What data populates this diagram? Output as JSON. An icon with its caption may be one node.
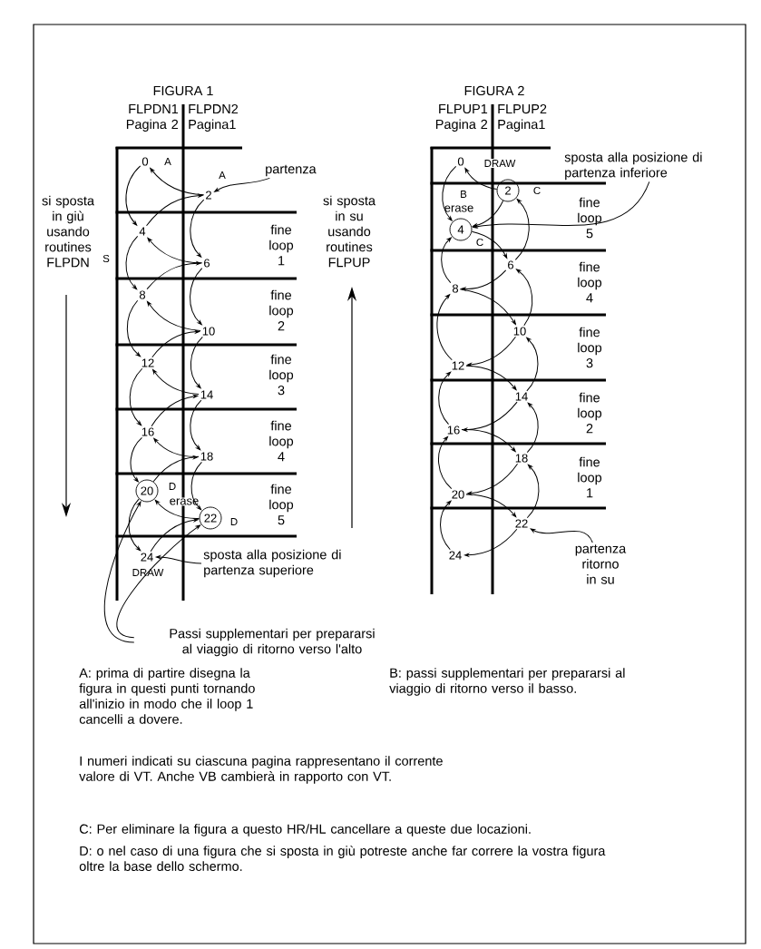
{
  "diagram": {
    "nodes": [
      {
        "text": [
          "0"
        ],
        "beside": [
          "A"
        ]
      },
      {
        "text": [
          "2"
        ],
        "beside": [
          "A"
        ]
      },
      {
        "text": [
          "4"
        ]
      },
      {
        "text": [
          "6"
        ]
      },
      {
        "text": [
          "8"
        ]
      },
      {
        "text": [
          "10"
        ]
      },
      {
        "text": [
          "12"
        ]
      },
      {
        "text": [
          "14"
        ]
      },
      {
        "text": [
          "16"
        ]
      },
      {
        "text": [
          "18"
        ]
      },
      {
        "text": [
          "20"
        ],
        "beside": [
          "D"
        ]
      },
      {
        "text": [
          "22"
        ],
        "beside": [
          "D"
        ]
      },
      {
        "text": [
          "24"
        ]
      },
      {
        "text": [
          "0"
        ]
      },
      {
        "text": [
          "2"
        ],
        "beside": [
          "C"
        ]
      },
      {
        "text": [
          "4"
        ],
        "beside": [
          "C"
        ]
      },
      {
        "text": [
          "6"
        ]
      },
      {
        "text": [
          "8"
        ]
      },
      {
        "text": [
          "10"
        ]
      },
      {
        "text": [
          "12"
        ]
      },
      {
        "text": [
          "14"
        ]
      },
      {
        "text": [
          "16"
        ]
      },
      {
        "text": [
          "18"
        ]
      },
      {
        "text": [
          "20"
        ]
      },
      {
        "text": [
          "22"
        ]
      },
      {
        "text": [
          "24"
        ]
      },
      {
        "text": [
          "partenza"
        ]
      },
      {
        "text": [
          "sposta alla posizione di partenza superiore"
        ]
      },
      {
        "text": [
          "Passi supplementari per prepararsi al viaggio di ritorno verso l'alto"
        ]
      },
      {
        "text": [
          "sposta alla posizione di partenza inferiore"
        ]
      },
      {
        "text": [
          "partenza ritorno in su"
        ]
      }
    ],
    "edges": [
      {
        "from": 1,
        "to": 0,
        "arrow": "to"
      },
      {
        "from": 0,
        "to": 2,
        "arrow": "to"
      },
      {
        "from": 2,
        "to": 1,
        "arrow": "to"
      },
      {
        "from": 1,
        "to": 3,
        "arrow": "to"
      },
      {
        "from": 3,
        "to": 2,
        "arrow": "to"
      },
      {
        "from": 2,
        "to": 4,
        "arrow": "to"
      },
      {
        "from": 4,
        "to": 3,
        "arrow": "to"
      },
      {
        "from": 3,
        "to": 5,
        "arrow": "to"
      },
      {
        "from": 5,
        "to": 4,
        "arrow": "to"
      },
      {
        "from": 4,
        "to": 6,
        "arrow": "to"
      },
      {
        "from": 6,
        "to": 5,
        "arrow": "to"
      },
      {
        "from": 5,
        "to": 7,
        "arrow": "to"
      },
      {
        "from": 7,
        "to": 6,
        "arrow": "to"
      },
      {
        "from": 6,
        "to": 8,
        "arrow": "to"
      },
      {
        "from": 8,
        "to": 7,
        "arrow": "to"
      },
      {
        "from": 7,
        "to": 9,
        "arrow": "to"
      },
      {
        "from": 9,
        "to": 8,
        "arrow": "to"
      },
      {
        "from": 8,
        "to": 10,
        "arrow": "to"
      },
      {
        "from": 10,
        "to": 9,
        "arrow": "to"
      },
      {
        "from": 9,
        "to": 11,
        "arrow": "to"
      },
      {
        "from": 11,
        "to": 10,
        "arrow": "to"
      },
      {
        "from": 10,
        "to": 12,
        "arrow": "to"
      },
      {
        "from": 12,
        "to": 11,
        "arrow": "to"
      },
      {
        "from": 26,
        "to": 1,
        "arrow": "to"
      },
      {
        "from": 27,
        "to": 12,
        "arrow": "to"
      },
      {
        "from": 28,
        "to": 10,
        "arrow": "to"
      },
      {
        "from": 28,
        "to": 11,
        "arrow": "to"
      },
      {
        "from": 24,
        "to": 25,
        "arrow": "to"
      },
      {
        "from": 25,
        "to": 23,
        "arrow": "to"
      },
      {
        "from": 23,
        "to": 24,
        "arrow": "to"
      },
      {
        "from": 24,
        "to": 22,
        "arrow": "to"
      },
      {
        "from": 22,
        "to": 23,
        "arrow": "to"
      },
      {
        "from": 23,
        "to": 21,
        "arrow": "to"
      },
      {
        "from": 21,
        "to": 22,
        "arrow": "to"
      },
      {
        "from": 22,
        "to": 20,
        "arrow": "to"
      },
      {
        "from": 20,
        "to": 21,
        "arrow": "to"
      },
      {
        "from": 21,
        "to": 19,
        "arrow": "to"
      },
      {
        "from": 19,
        "to": 20,
        "arrow": "to"
      },
      {
        "from": 20,
        "to": 18,
        "arrow": "to"
      },
      {
        "from": 18,
        "to": 19,
        "arrow": "to"
      },
      {
        "from": 19,
        "to": 17,
        "arrow": "to"
      },
      {
        "from": 17,
        "to": 18,
        "arrow": "to"
      },
      {
        "from": 18,
        "to": 16,
        "arrow": "to"
      },
      {
        "from": 16,
        "to": 17,
        "arrow": "to"
      },
      {
        "from": 17,
        "to": 15,
        "arrow": "to"
      },
      {
        "from": 15,
        "to": 16,
        "arrow": "to"
      },
      {
        "from": 16,
        "to": 14,
        "arrow": "to"
      },
      {
        "from": 14,
        "to": 15,
        "arrow": "to"
      },
      {
        "from": 14,
        "to": 13,
        "arrow": "to"
      },
      {
        "from": 13,
        "to": 15,
        "arrow": "to"
      },
      {
        "from": 30,
        "to": 24,
        "arrow": "to"
      },
      {
        "from": 29,
        "to": 15,
        "arrow": "to"
      }
    ],
    "labels": [
      "FIGURA 1",
      "FIGURA 2",
      "FLPDN1 Pagina 2",
      "FLPDN2 Pagina1",
      "FLPUP1 Pagina 2",
      "FLPUP2 Pagina1",
      "si sposta in giù usando routines FLPDN",
      "S",
      "fine loop 1",
      "si sposta in su usando routines FLPUP",
      "fine loop 2",
      "fine loop 3",
      "fine loop 4",
      "fine loop 5",
      "erase",
      "DRAW",
      "DRAW",
      "B",
      "erase",
      "fine loop 5",
      "fine loop 4",
      "fine loop 3",
      "fine loop 2",
      "fine loop 1",
      "A: prima di partire disegna la figura in questi punti tornando all'inizio in modo che il loop 1 cancelli a dovere.",
      "B: passi supplementari per prepararsi al viaggio di ritorno verso il basso.",
      "I numeri indicati su ciascuna pagina rappresentano il corrente valore di VT. Anche VB cambierà in rapporto con VT.",
      "C: Per eliminare la figura a questo HR/HL cancellare a queste due locazioni.",
      "D: o nel caso di una figura che si sposta in giù potreste anche far correre la vostra figura oltre la base dello schermo."
    ]
  }
}
